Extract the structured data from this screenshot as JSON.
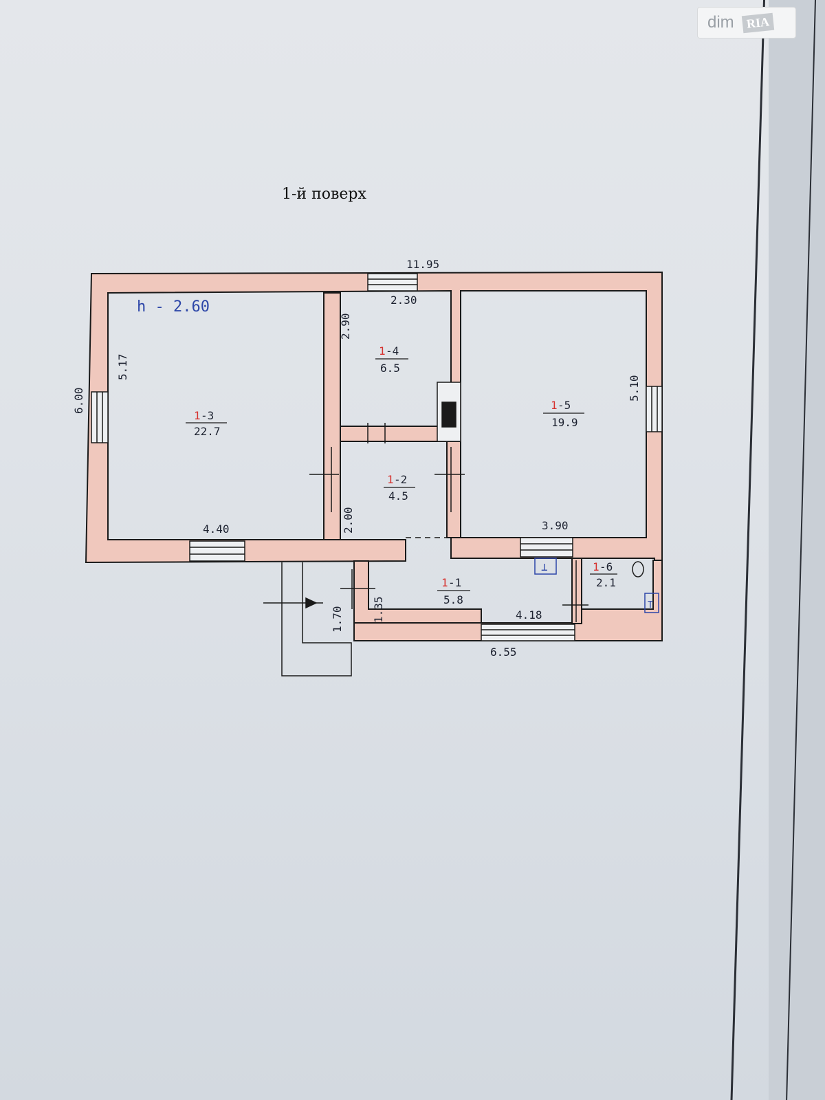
{
  "title": "1-й поверх",
  "watermark": {
    "dim": "dim",
    "ria": "RIA"
  },
  "height_label": "h - 2.60",
  "rooms": [
    {
      "id": "1-1",
      "floor": "1",
      "num": "-1",
      "area": "5.8"
    },
    {
      "id": "1-2",
      "floor": "1",
      "num": "-2",
      "area": "4.5"
    },
    {
      "id": "1-3",
      "floor": "1",
      "num": "-3",
      "area": "22.7"
    },
    {
      "id": "1-4",
      "floor": "1",
      "num": "-4",
      "area": "6.5"
    },
    {
      "id": "1-5",
      "floor": "1",
      "num": "-5",
      "area": "19.9"
    },
    {
      "id": "1-6",
      "floor": "1",
      "num": "-6",
      "area": "2.1"
    }
  ],
  "dimensions": {
    "overall_width": "11.95",
    "overall_depth": "6.00",
    "room3_depth": "5.17",
    "room3_width": "4.40",
    "room4_width": "2.30",
    "room4_depth": "2.90",
    "room2_depth": "2.00",
    "room5_depth": "5.10",
    "room5_width": "3.90",
    "room1_width": "4.18",
    "room1_depth": "1.35",
    "porch_depth": "1.70",
    "rear_width": "6.55"
  },
  "symbols": {
    "sink": "⊥",
    "heater": "T"
  },
  "colors": {
    "wall_fill": "#f0c8bd",
    "wall_line": "#1a1a1a",
    "accent_red": "#d6322f",
    "pen_blue": "#2d46a8"
  }
}
